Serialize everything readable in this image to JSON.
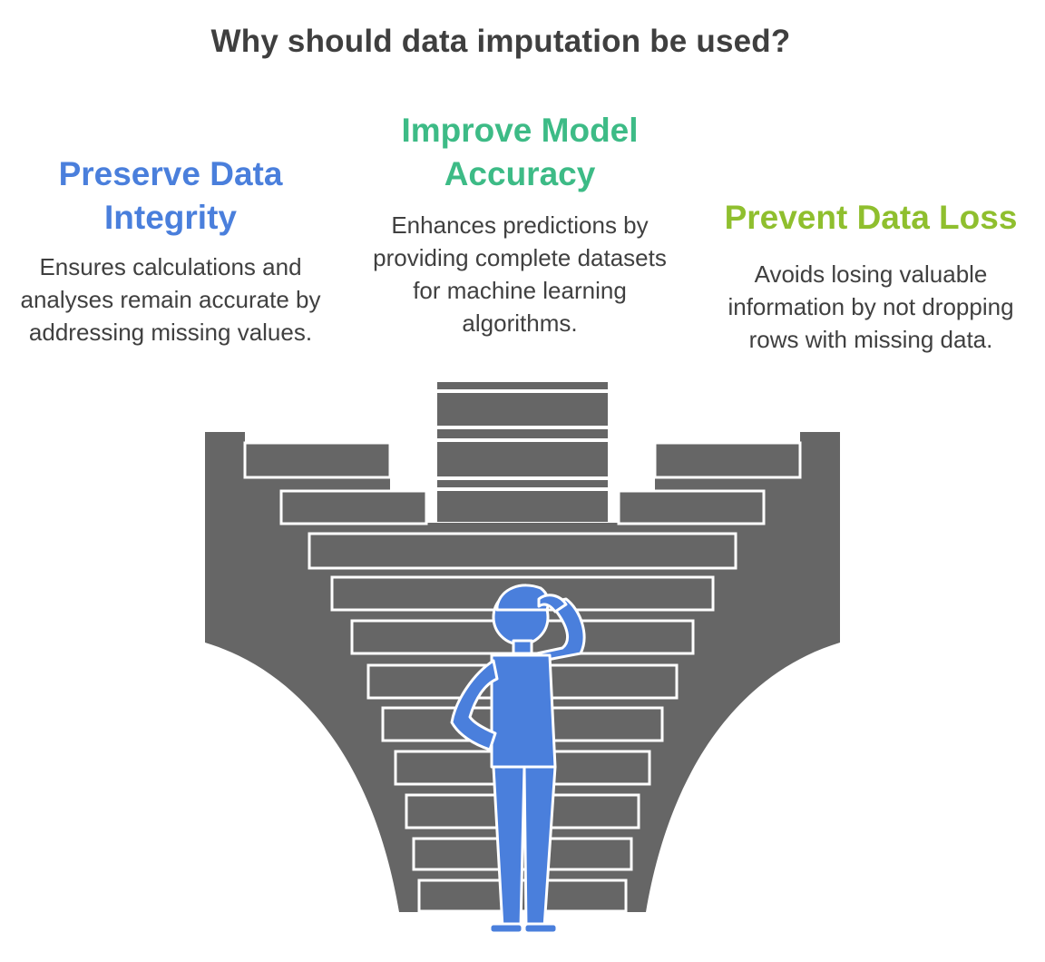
{
  "title": "Why should data imputation be used?",
  "left": {
    "heading": "Preserve Data Integrity",
    "text": "Ensures calculations and analyses remain accurate by addressing missing values."
  },
  "center": {
    "heading": "Improve Model Accuracy",
    "text": "Enhances predictions by providing complete datasets for machine learning algorithms."
  },
  "right": {
    "heading": "Prevent Data Loss",
    "text": "Avoids losing valuable information by not dropping rows with missing data."
  },
  "colors": {
    "left_accent": "#4a7fdc",
    "center_accent": "#3dbb86",
    "right_accent": "#8fbf2e",
    "stairs": "#666666",
    "person": "#4a7fdc"
  },
  "icons": {
    "staircase": "staircase-icon",
    "person": "person-thinking-icon"
  }
}
